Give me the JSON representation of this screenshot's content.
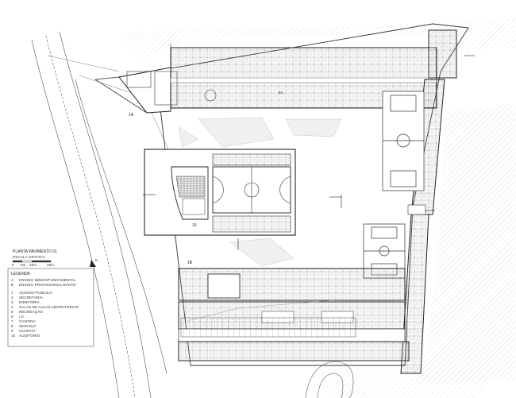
{
  "drawing": {
    "title": "PLANTA PAVIMENTO 01",
    "scale_label": "ESCALA GRÁFICA",
    "scale_ticks": [
      "0",
      "5m",
      "10m",
      "20m"
    ],
    "north_label": "N"
  },
  "legend": {
    "heading": "LEGENDA",
    "blocks": [
      {
        "key": "A",
        "text": "ENSINO MÉDIO/FUNDAMENTAL"
      },
      {
        "key": "B",
        "text": "ENSINO PROFISSIONALIZANTE"
      }
    ],
    "items": [
      {
        "key": "1",
        "text": "ACESSO PÚBLICO"
      },
      {
        "key": "2",
        "text": "SECRETARIA"
      },
      {
        "key": "3",
        "text": "DIRETORIA"
      },
      {
        "key": "4",
        "text": "SALAS DE AULA/LABORATÓRIOS"
      },
      {
        "key": "5",
        "text": "RECREAÇÃO"
      },
      {
        "key": "6",
        "text": "I.S."
      },
      {
        "key": "7",
        "text": "CANTINA"
      },
      {
        "key": "8",
        "text": "SERVIÇO"
      },
      {
        "key": "9",
        "text": "GUARITA"
      },
      {
        "key": "10",
        "text": "AUDITÓRIO"
      }
    ]
  },
  "tags": {
    "block_1a": "1A",
    "block_1b": "1B",
    "block_5a": "5A",
    "auditorium": "10"
  }
}
